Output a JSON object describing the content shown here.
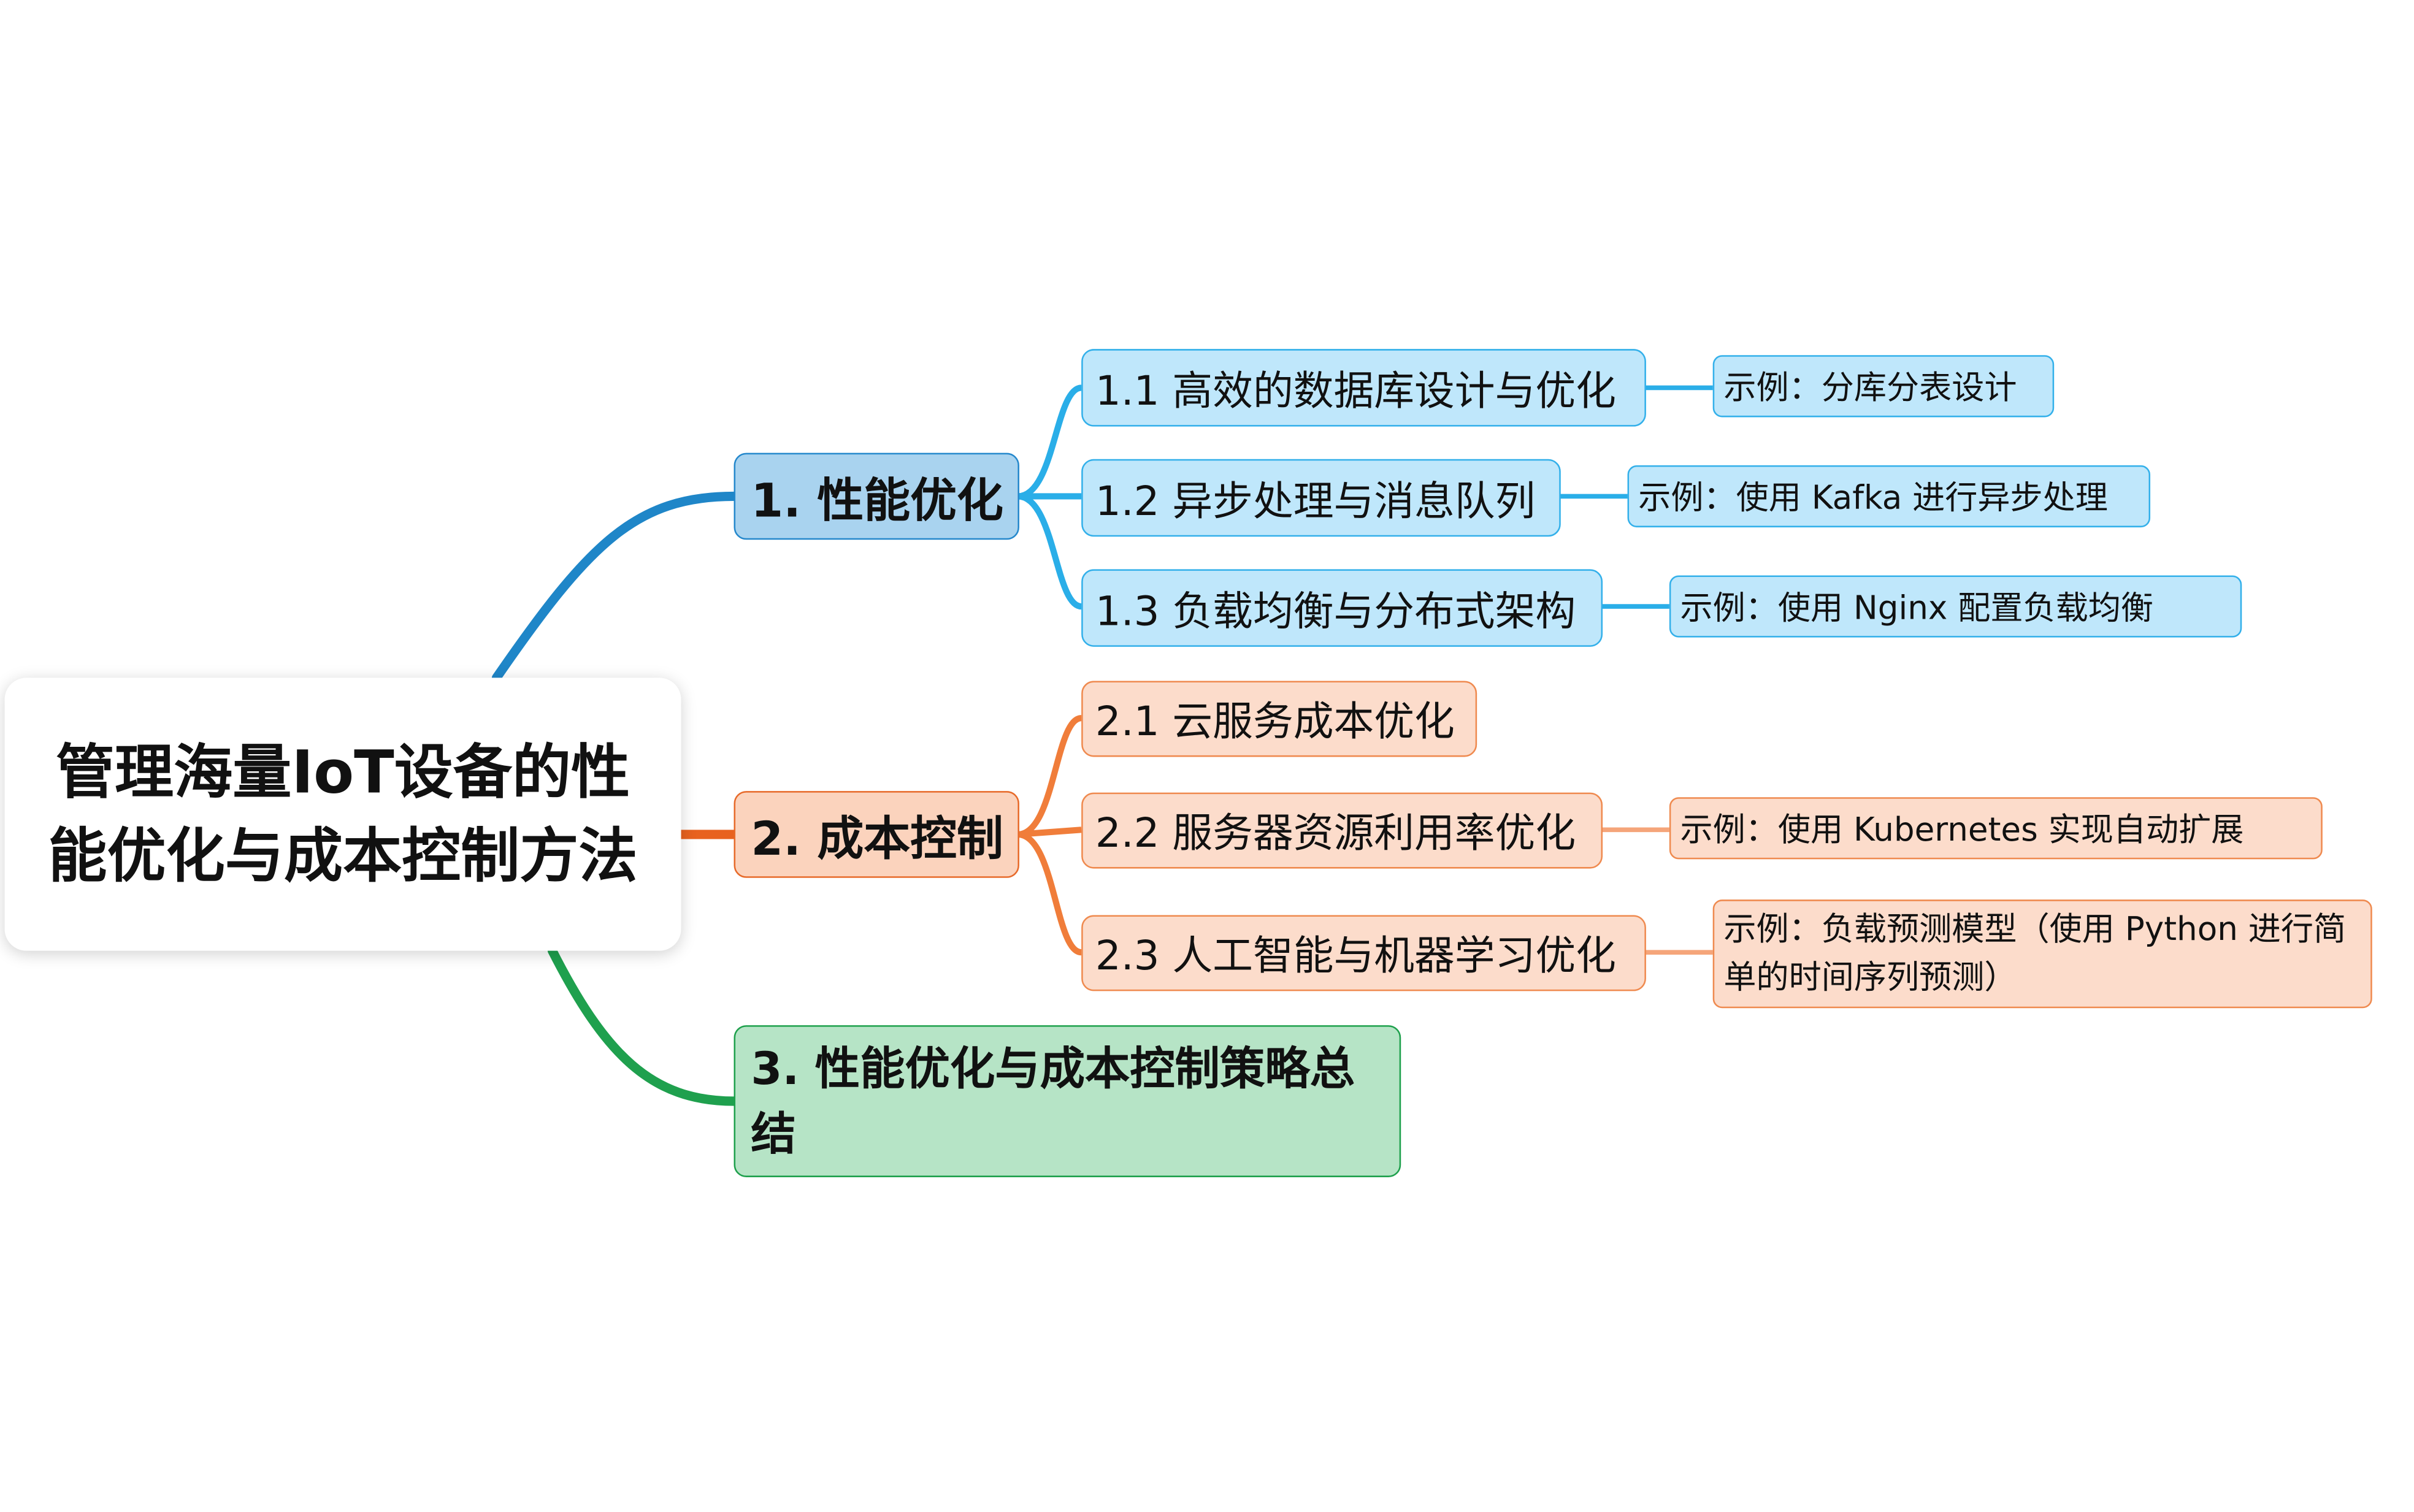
{
  "root": {
    "title": "管理海量IoT设备的性能优化与成本控制方法"
  },
  "branches": [
    {
      "id": "b1",
      "label": "1. 性能优化",
      "children": [
        {
          "label": "1.1 高效的数据库设计与优化",
          "example": "示例：分库分表设计"
        },
        {
          "label": "1.2 异步处理与消息队列",
          "example": "示例：使用 Kafka 进行异步处理"
        },
        {
          "label": "1.3 负载均衡与分布式架构",
          "example": "示例：使用 Nginx 配置负载均衡"
        }
      ]
    },
    {
      "id": "b2",
      "label": "2. 成本控制",
      "children": [
        {
          "label": "2.1 云服务成本优化",
          "example": ""
        },
        {
          "label": "2.2 服务器资源利用率优化",
          "example": "示例：使用 Kubernetes 实现自动扩展"
        },
        {
          "label": "2.3 人工智能与机器学习优化",
          "example": "示例：负载预测模型（使用 Python 进行简单的时间序列预测）"
        }
      ]
    },
    {
      "id": "b3",
      "label": "3. 性能优化与成本控制策略总结",
      "children": []
    }
  ],
  "colors": {
    "branch1_line": "#1f86c8",
    "branch1_sub_line": "#2aaee8",
    "branch2_line": "#e8621f",
    "branch2_sub_line": "#f07d3a",
    "branch3_line": "#1fa04e",
    "branch1_fill": "#a9d3ef",
    "branch1_sub_fill": "#bfe7fb",
    "branch2_fill": "#fbd3bd",
    "branch2_sub_fill": "#fcdccb",
    "branch3_fill": "#b6e4c6"
  }
}
